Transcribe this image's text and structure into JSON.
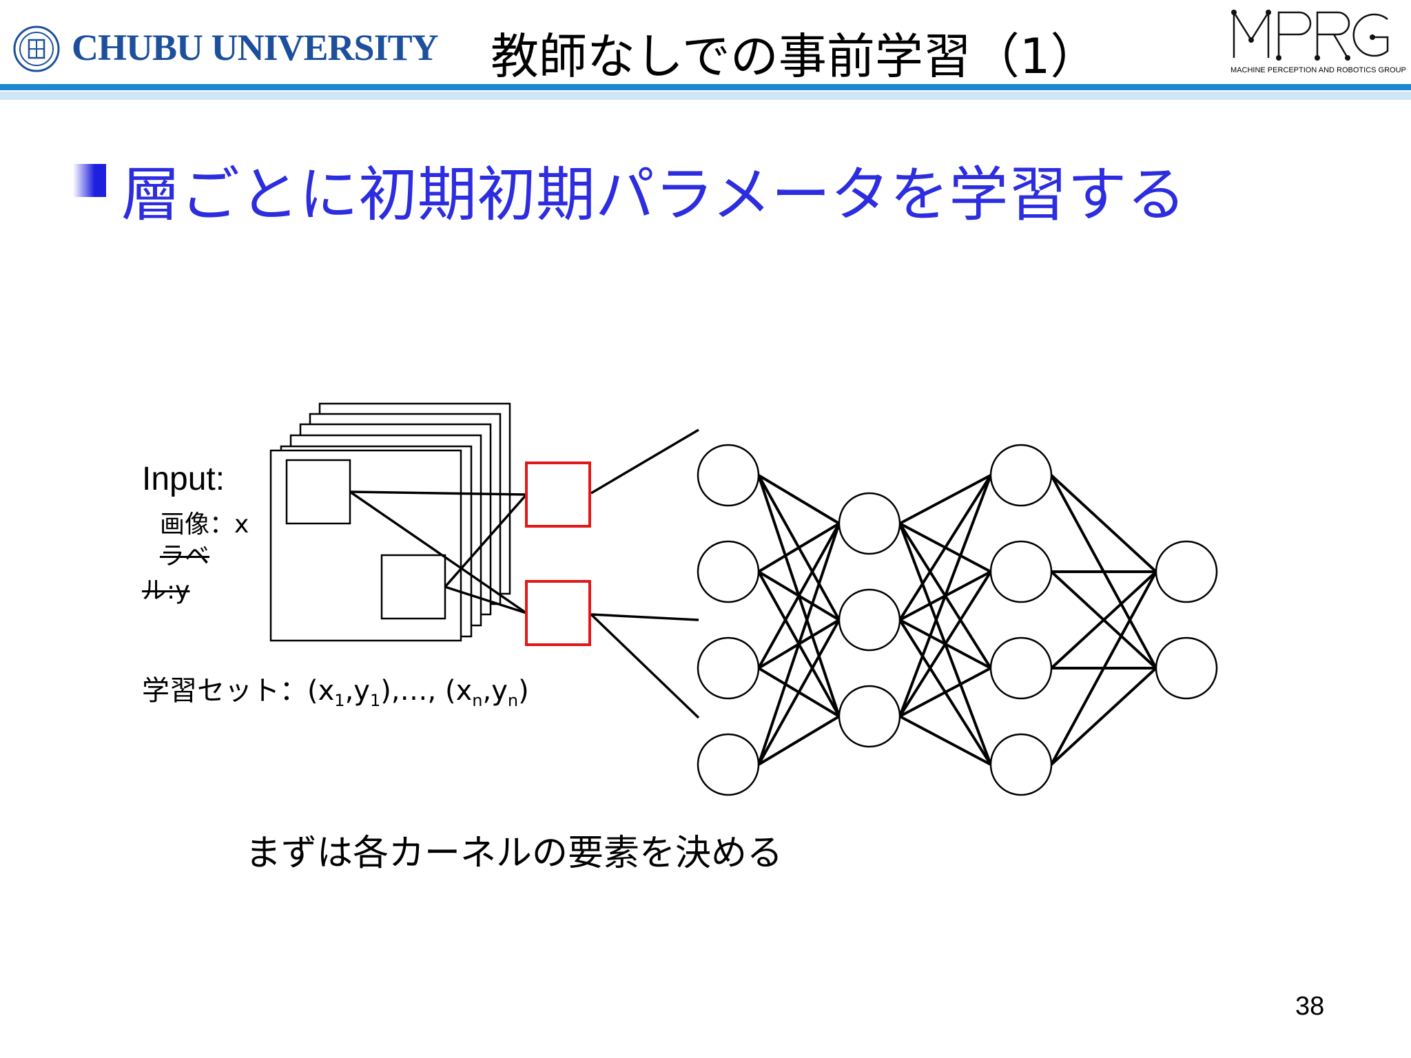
{
  "header": {
    "university_name": "CHUBU UNIVERSITY",
    "slide_title": "教師なしでの事前学習（1）",
    "group_logo_text": "MPRG",
    "group_name": "MACHINE PERCEPTION AND ROBOTICS GROUP"
  },
  "bullet": {
    "text": "層ごとに初期初期パラメータを学習する"
  },
  "diagram": {
    "input_title": "Input:",
    "image_label": "画像：x",
    "label_line1": "ラベ",
    "label_line2": "ル:y",
    "training_set": {
      "prefix": "学習セット：(x",
      "sub1": "1",
      "mid1": ",y",
      "sub2": "1",
      "mid2": "),…, (x",
      "sub3": "n",
      "mid3": ",y",
      "sub4": "n",
      "suffix": ")"
    },
    "kernel_count": 2,
    "layer_sizes": [
      4,
      3,
      4,
      2
    ]
  },
  "caption": "まずは各カーネルの要素を決める",
  "page_number": "38",
  "colors": {
    "header_rule": "#1f86d6",
    "bullet_text": "#2d2de0",
    "kernel_box": "#e01818",
    "university_blue": "#1c4f9c"
  }
}
